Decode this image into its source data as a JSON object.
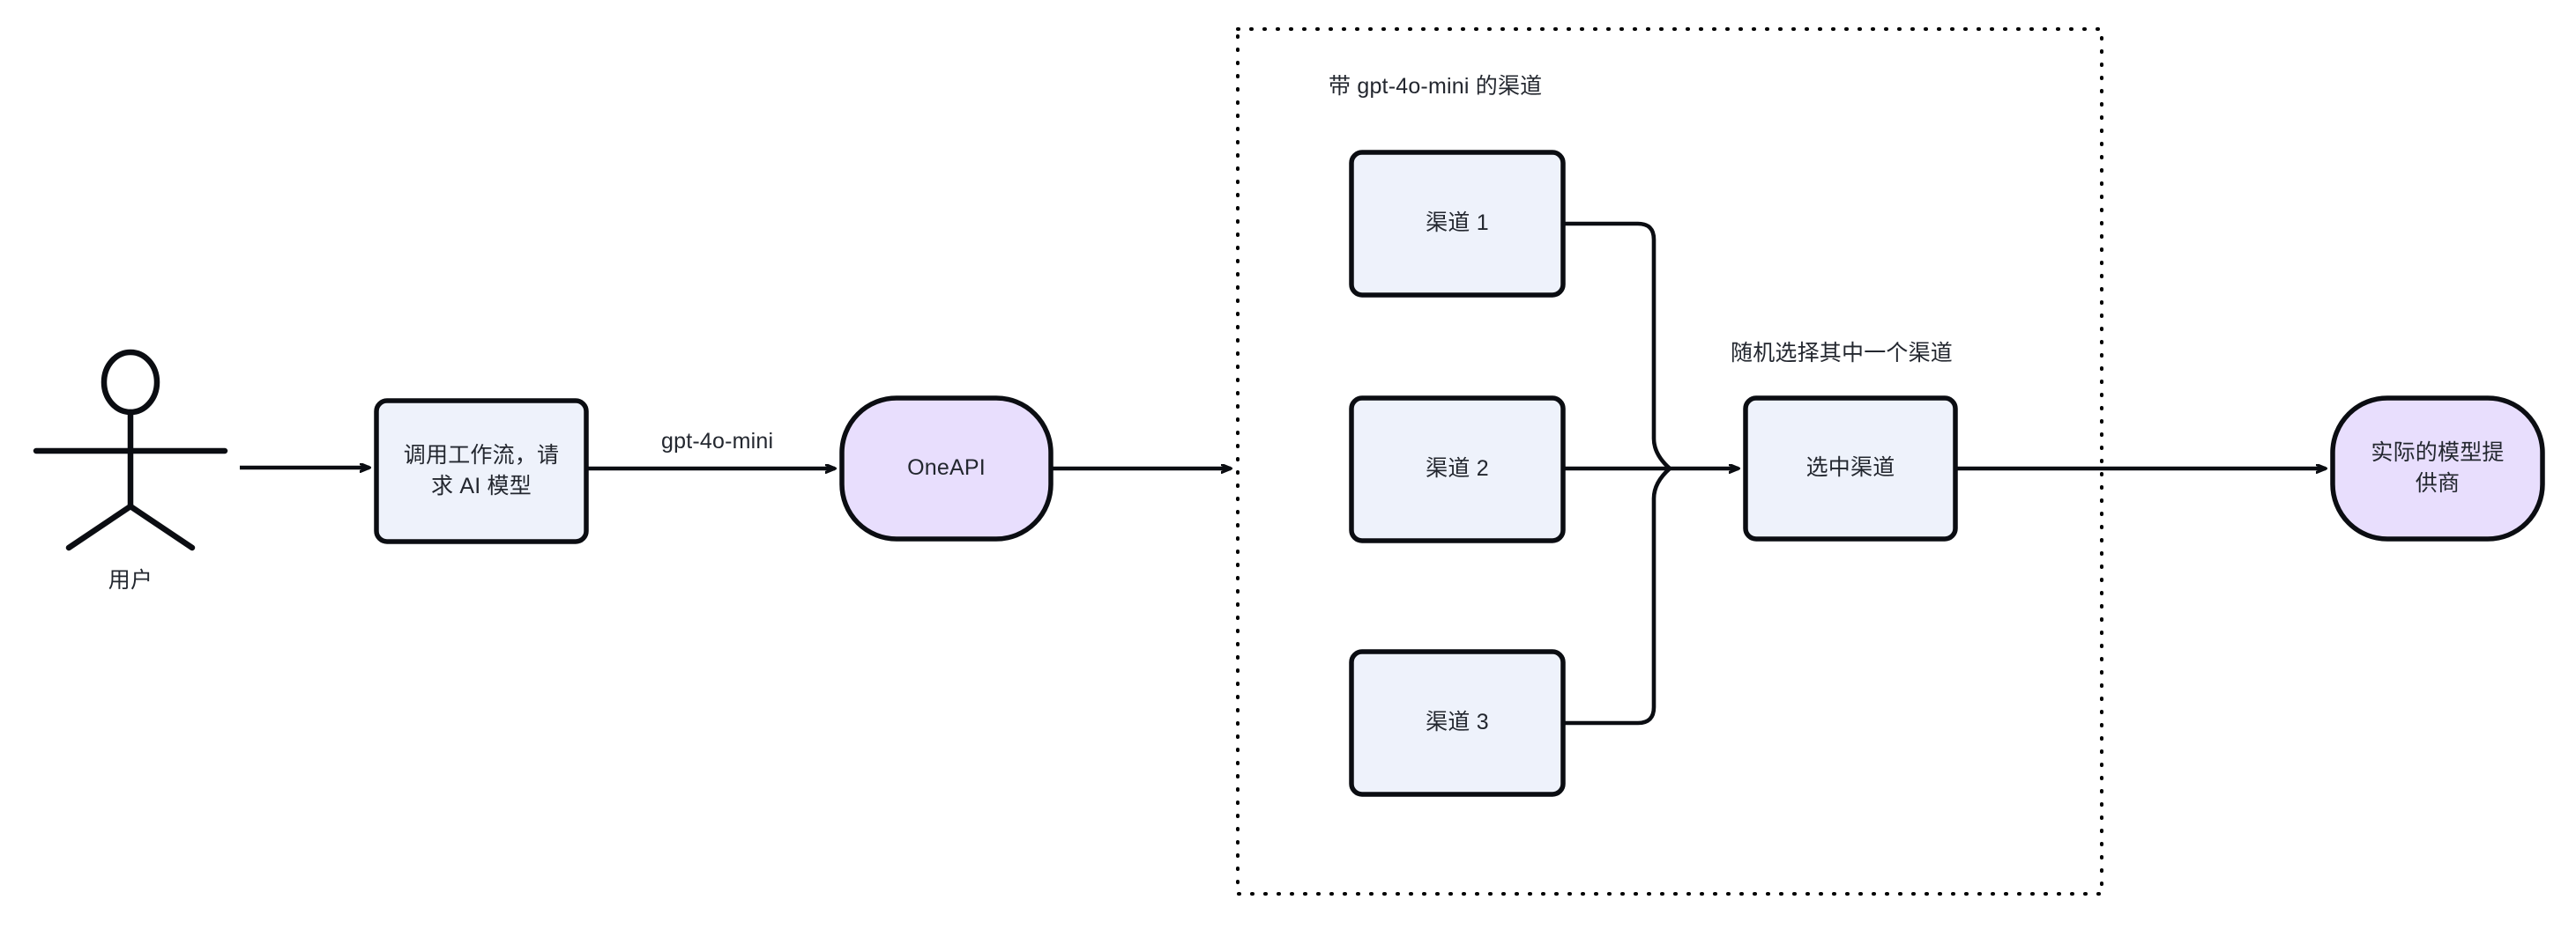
{
  "diagram": {
    "title_visible": false,
    "background": "#ffffff",
    "stroke_color": "#0b0d12",
    "text_color": "#23272f",
    "colors": {
      "process_fill": "#eef2fb",
      "process_stroke": "#0b0d12",
      "terminal_fill": "#e8defd",
      "terminal_stroke": "#0b0d12",
      "group_border": "#000000"
    }
  },
  "actor": {
    "name": "stick-figure-actor",
    "label": "用户"
  },
  "nodes": {
    "workflow": {
      "label": "调用工作流，请\n求 AI 模型",
      "shape": "rounded-rect"
    },
    "oneapi": {
      "label": "OneAPI",
      "shape": "squircle"
    },
    "channel1": {
      "label": "渠道 1",
      "shape": "rounded-rect"
    },
    "channel2": {
      "label": "渠道 2",
      "shape": "rounded-rect"
    },
    "channel3": {
      "label": "渠道 3",
      "shape": "rounded-rect"
    },
    "selected_channel": {
      "label": "选中渠道",
      "shape": "rounded-rect"
    },
    "provider": {
      "label": "实际的模型提\n供商",
      "shape": "squircle"
    }
  },
  "group": {
    "label": "带 gpt-4o-mini 的渠道",
    "border_style": "dotted"
  },
  "edge_labels": {
    "model": "gpt-4o-mini",
    "random_pick": "随机选择其中一个渠道"
  },
  "edges": [
    {
      "from": "用户",
      "to": "调用工作流，请求 AI 模型",
      "label": ""
    },
    {
      "from": "调用工作流，请求 AI 模型",
      "to": "OneAPI",
      "label": "gpt-4o-mini"
    },
    {
      "from": "OneAPI",
      "to": "带 gpt-4o-mini 的渠道",
      "label": ""
    },
    {
      "from": "渠道 1",
      "to": "选中渠道",
      "label": ""
    },
    {
      "from": "渠道 2",
      "to": "选中渠道",
      "label": "随机选择其中一个渠道"
    },
    {
      "from": "渠道 3",
      "to": "选中渠道",
      "label": ""
    },
    {
      "from": "选中渠道",
      "to": "实际的模型提供商",
      "label": ""
    }
  ]
}
